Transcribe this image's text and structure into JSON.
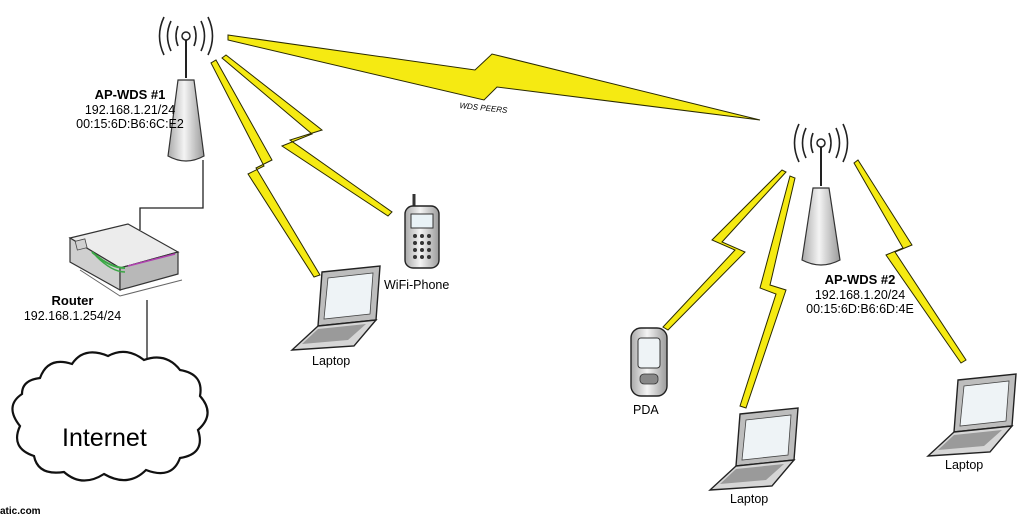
{
  "ap1": {
    "name": "AP-WDS #1",
    "ip": "192.168.1.21/24",
    "mac": "00:15:6D:B6:6C:E2"
  },
  "ap2": {
    "name": "AP-WDS #2",
    "ip": "192.168.1.20/24",
    "mac": "00:15:6D:B6:6D:4E"
  },
  "router": {
    "name": "Router",
    "ip": "192.168.1.254/24"
  },
  "internet": {
    "label": "Internet"
  },
  "wifi_phone": {
    "label": "WiFi-Phone"
  },
  "laptop1": {
    "label": "Laptop"
  },
  "laptop2": {
    "label": "Laptop"
  },
  "laptop3": {
    "label": "Laptop"
  },
  "pda": {
    "label": "PDA"
  },
  "link": {
    "label": "WDS PEERS"
  },
  "watermark": {
    "text": "atic.com"
  },
  "colors": {
    "bolt": "#f5ea12",
    "bolt_stroke": "#2a2a00",
    "device": "#e6e6e6",
    "line": "#222222"
  }
}
